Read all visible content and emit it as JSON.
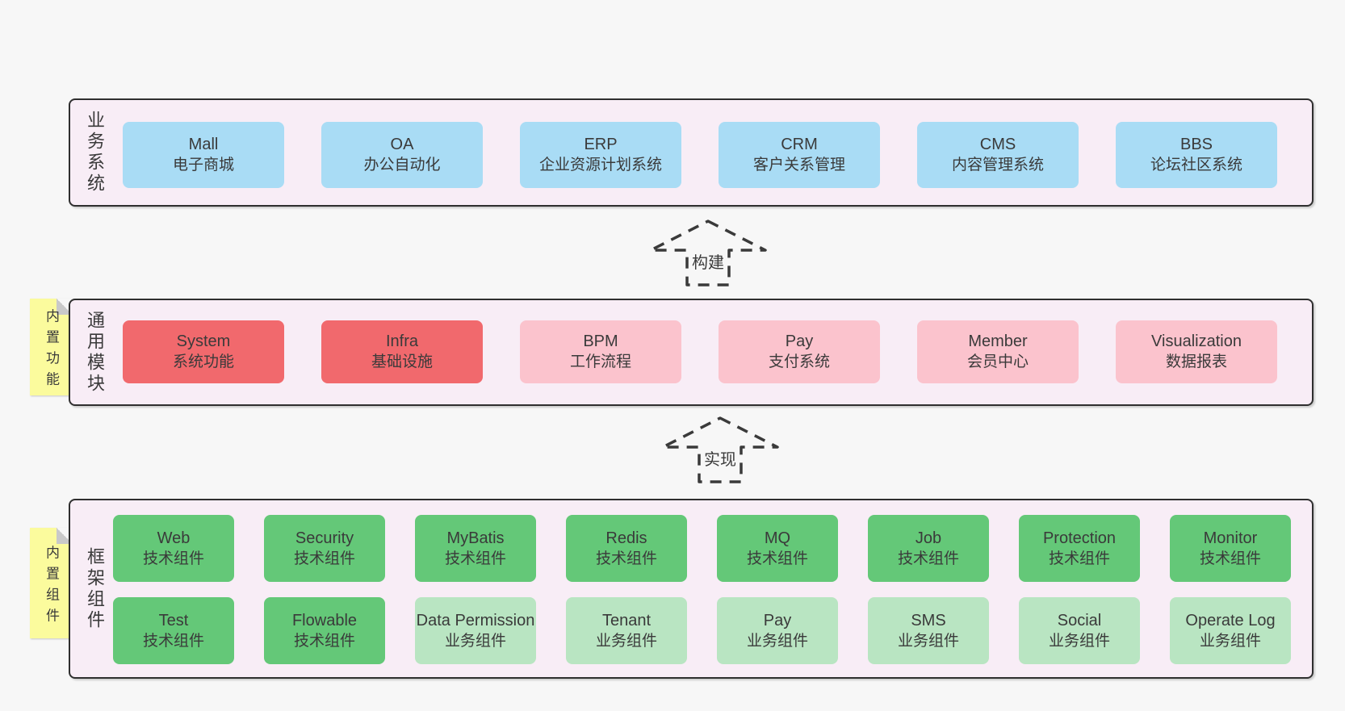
{
  "colors": {
    "page_bg": "#f7f7f7",
    "section_bg": "#f8edf6",
    "section_border": "#2f2f2f",
    "blue": "#a9dcf5",
    "red": "#f1696d",
    "pink": "#fbc3cd",
    "green": "#64c878",
    "light_green": "#b9e5c2",
    "note_yellow": "#fbfb9d",
    "text": "#3a3a3a"
  },
  "sections": {
    "business": {
      "label": "业务系统",
      "items": [
        {
          "name": "Mall",
          "desc": "电子商城",
          "variant": "blue"
        },
        {
          "name": "OA",
          "desc": "办公自动化",
          "variant": "blue"
        },
        {
          "name": "ERP",
          "desc": "企业资源计划系统",
          "variant": "blue"
        },
        {
          "name": "CRM",
          "desc": "客户关系管理",
          "variant": "blue"
        },
        {
          "name": "CMS",
          "desc": "内容管理系统",
          "variant": "blue"
        },
        {
          "name": "BBS",
          "desc": "论坛社区系统",
          "variant": "blue"
        }
      ]
    },
    "modules": {
      "label": "通用模块",
      "note": "内置功能",
      "items": [
        {
          "name": "System",
          "desc": "系统功能",
          "variant": "red"
        },
        {
          "name": "Infra",
          "desc": "基础设施",
          "variant": "red"
        },
        {
          "name": "BPM",
          "desc": "工作流程",
          "variant": "pink"
        },
        {
          "name": "Pay",
          "desc": "支付系统",
          "variant": "pink"
        },
        {
          "name": "Member",
          "desc": "会员中心",
          "variant": "pink"
        },
        {
          "name": "Visualization",
          "desc": "数据报表",
          "variant": "pink"
        }
      ]
    },
    "framework": {
      "label": "框架组件",
      "note": "内置组件",
      "row1": [
        {
          "name": "Web",
          "desc": "技术组件",
          "variant": "green"
        },
        {
          "name": "Security",
          "desc": "技术组件",
          "variant": "green"
        },
        {
          "name": "MyBatis",
          "desc": "技术组件",
          "variant": "green"
        },
        {
          "name": "Redis",
          "desc": "技术组件",
          "variant": "green"
        },
        {
          "name": "MQ",
          "desc": "技术组件",
          "variant": "green"
        },
        {
          "name": "Job",
          "desc": "技术组件",
          "variant": "green"
        },
        {
          "name": "Protection",
          "desc": "技术组件",
          "variant": "green"
        },
        {
          "name": "Monitor",
          "desc": "技术组件",
          "variant": "green"
        }
      ],
      "row2": [
        {
          "name": "Test",
          "desc": "技术组件",
          "variant": "green"
        },
        {
          "name": "Flowable",
          "desc": "技术组件",
          "variant": "green"
        },
        {
          "name": "Data Permission",
          "desc": "业务组件",
          "variant": "light_green"
        },
        {
          "name": "Tenant",
          "desc": "业务组件",
          "variant": "light_green"
        },
        {
          "name": "Pay",
          "desc": "业务组件",
          "variant": "light_green"
        },
        {
          "name": "SMS",
          "desc": "业务组件",
          "variant": "light_green"
        },
        {
          "name": "Social",
          "desc": "业务组件",
          "variant": "light_green"
        },
        {
          "name": "Operate Log",
          "desc": "业务组件",
          "variant": "light_green"
        }
      ]
    }
  },
  "arrows": {
    "build": {
      "label": "构建"
    },
    "implement": {
      "label": "实现"
    }
  }
}
